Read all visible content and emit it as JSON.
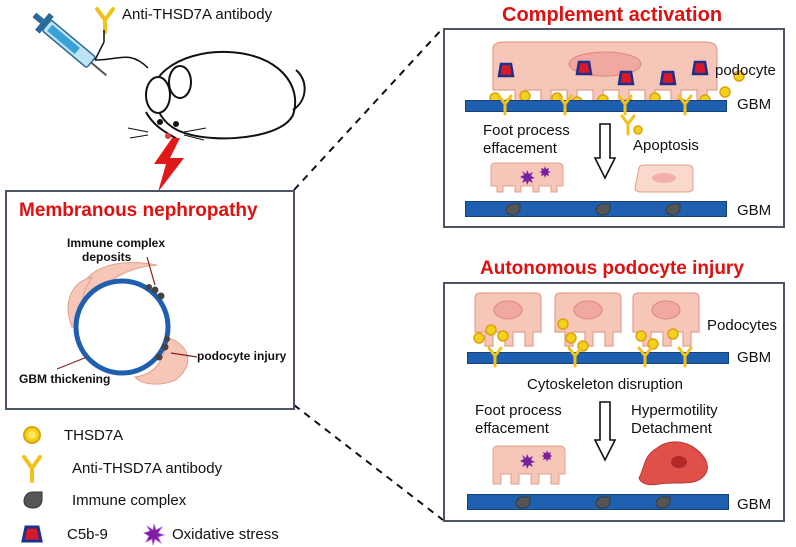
{
  "top": {
    "antibody_label": "Anti-THSD7A antibody"
  },
  "left_panel": {
    "title": "Membranous nephropathy",
    "immune_complex_line1": "Immune complex",
    "immune_complex_line2": "deposits",
    "podocyte_injury": "podocyte injury",
    "gbm_thickening": "GBM thickening"
  },
  "legend": {
    "thsd7a": "THSD7A",
    "antibody": "Anti-THSD7A antibody",
    "immune_complex": "Immune complex",
    "c5b9": "C5b-9",
    "oxidative": "Oxidative stress"
  },
  "complement": {
    "title": "Complement activation",
    "podocyte": "podocyte",
    "gbm_top": "GBM",
    "foot_line1": "Foot process",
    "foot_line2": "effacement",
    "apoptosis": "Apoptosis",
    "gbm_bottom": "GBM"
  },
  "autonomous": {
    "title": "Autonomous podocyte injury",
    "podocytes": "Podocytes",
    "gbm_top": "GBM",
    "cytoskeleton": "Cytoskeleton disruption",
    "foot_line1": "Foot process",
    "foot_line2": "effacement",
    "hyper_line1": "Hypermotility",
    "hyper_line2": "Detachment",
    "gbm_bottom": "GBM"
  },
  "colors": {
    "title_red": "#e01010",
    "gbm_blue": "#1f5fb0",
    "podocyte_pink": "#f6c6b8",
    "thsd7a_yellow": "#f2d21a",
    "c5b9_red": "#d61a2a",
    "c5b9_blue": "#1c2f8a",
    "immune_grey": "#555555",
    "oxidative_purple": "#7a1fa0",
    "detached_red": "#e0504a"
  }
}
